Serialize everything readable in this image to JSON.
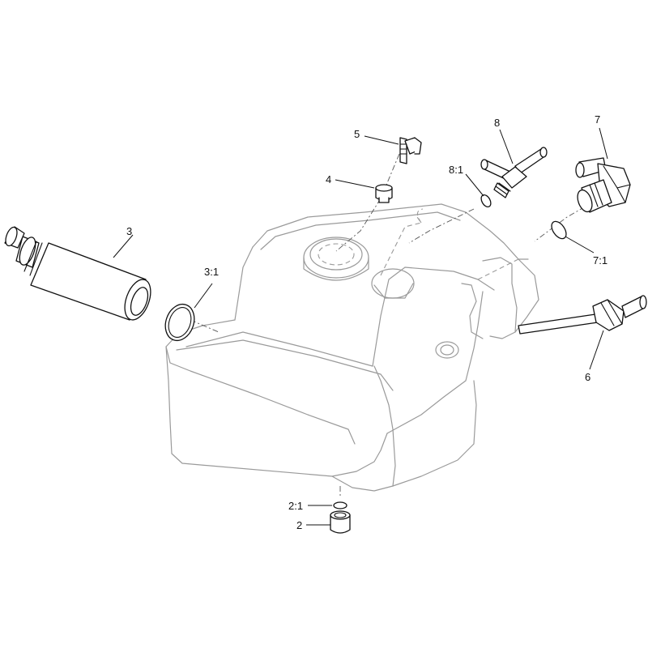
{
  "callouts": {
    "c2": "2",
    "c2_1": "2:1",
    "c3": "3",
    "c3_1": "3:1",
    "c4": "4",
    "c5": "5",
    "c6": "6",
    "c7": "7",
    "c7_1": "7:1",
    "c8": "8",
    "c8_1": "8:1"
  }
}
